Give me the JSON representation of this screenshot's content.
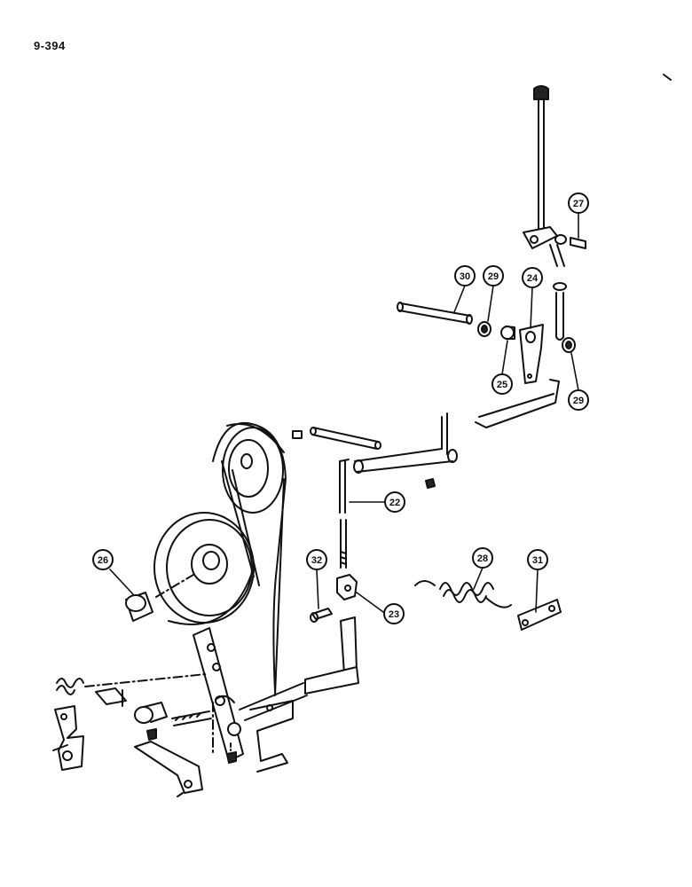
{
  "page": {
    "id": "9-394"
  },
  "callouts": [
    {
      "id": "c22",
      "label": "22"
    },
    {
      "id": "c23",
      "label": "23"
    },
    {
      "id": "c24",
      "label": "24"
    },
    {
      "id": "c25",
      "label": "25"
    },
    {
      "id": "c26",
      "label": "26"
    },
    {
      "id": "c27",
      "label": "27"
    },
    {
      "id": "c28",
      "label": "28"
    },
    {
      "id": "c29a",
      "label": "29"
    },
    {
      "id": "c29b",
      "label": "29"
    },
    {
      "id": "c30",
      "label": "30"
    },
    {
      "id": "c31",
      "label": "31"
    },
    {
      "id": "c32",
      "label": "32"
    }
  ]
}
